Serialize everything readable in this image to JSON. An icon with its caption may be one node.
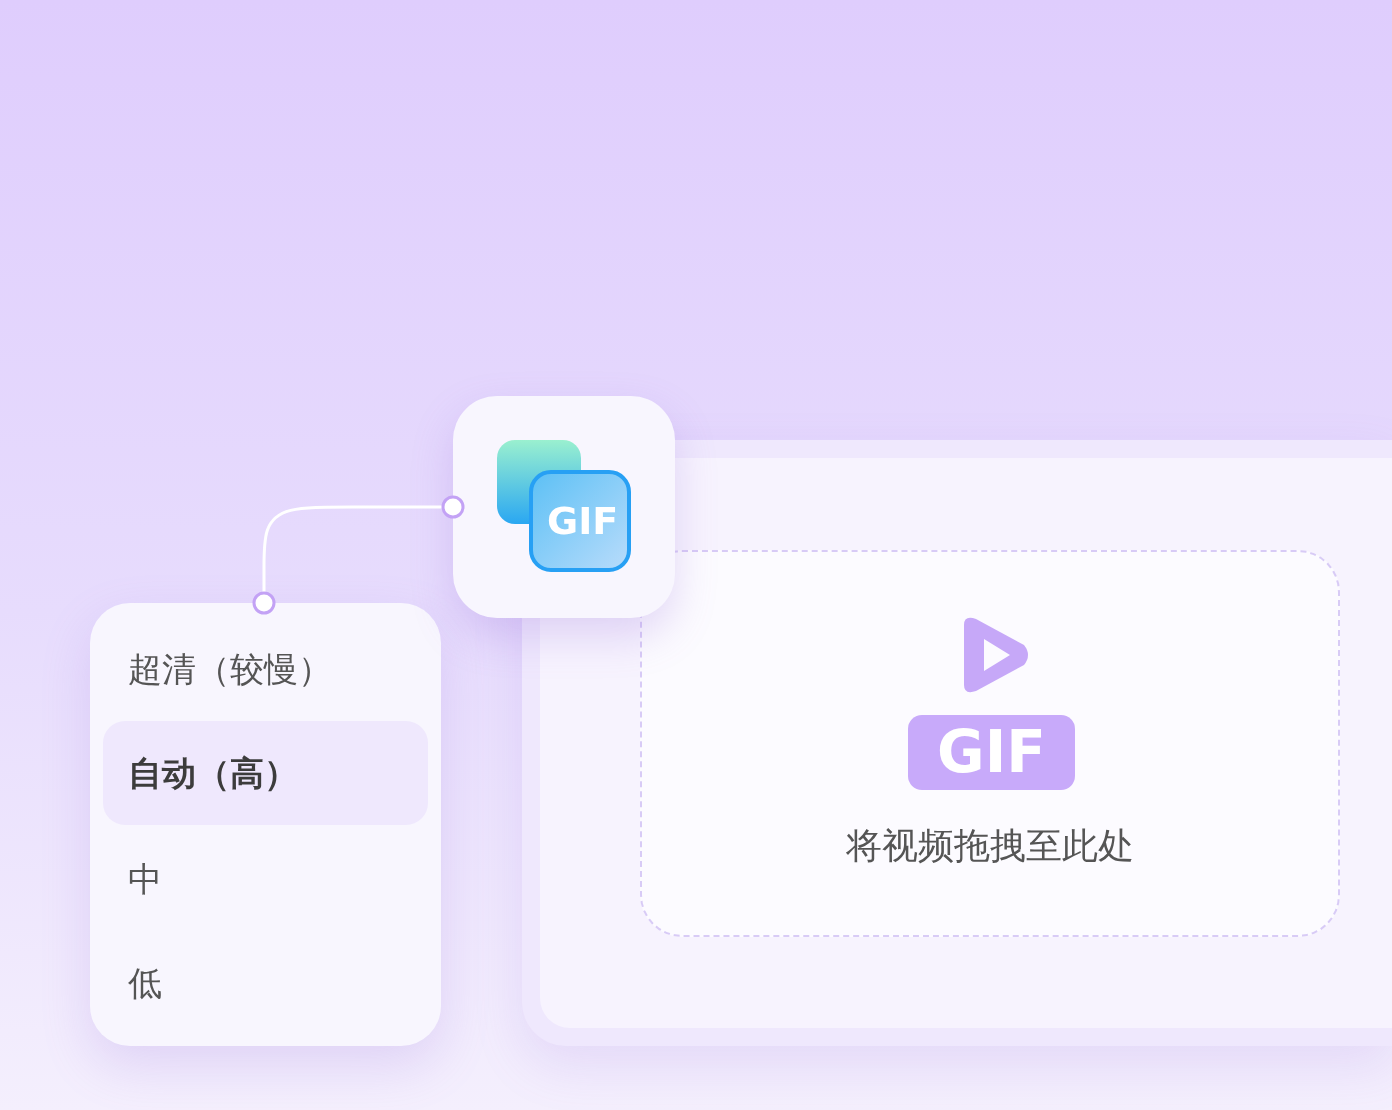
{
  "diagram": {
    "nodes": [
      {
        "text": [
          "GIF"
        ]
      },
      {
        "text": [
          "超清（较慢）",
          "自动（高）",
          "中",
          "低"
        ]
      },
      {
        "text": [],
        "shape": "box"
      },
      {
        "text": [
          "GIF",
          "将视频拖拽至此处"
        ],
        "in": 2
      }
    ],
    "edges": [
      {
        "from": 0,
        "to": 1,
        "arrow": "other"
      }
    ]
  }
}
